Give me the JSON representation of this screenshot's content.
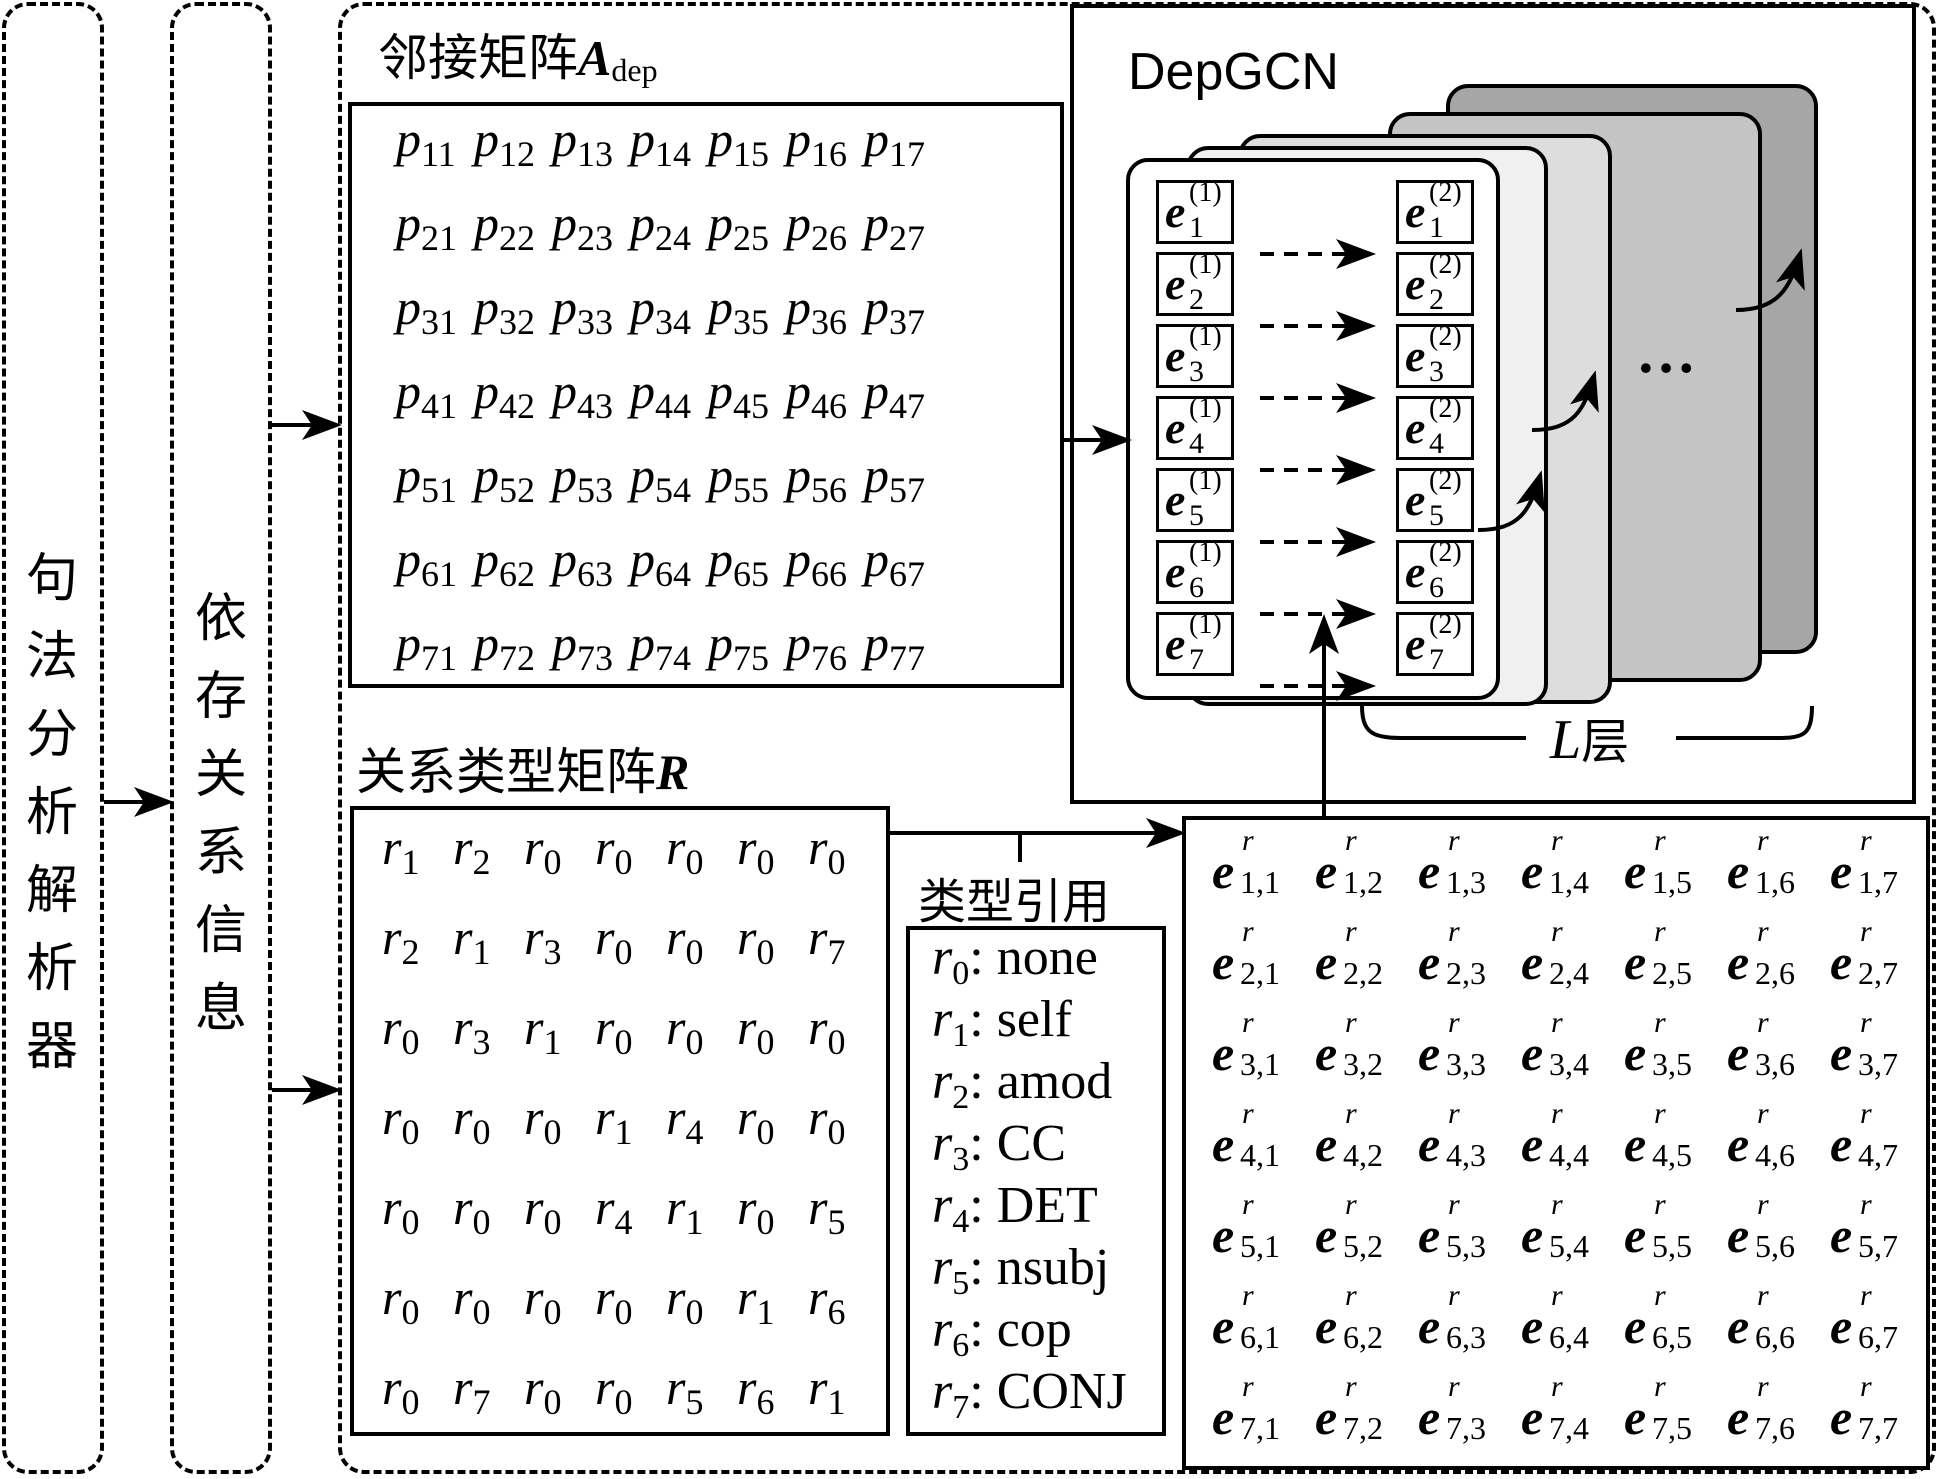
{
  "labels": {
    "parser": [
      "句",
      "法",
      "分",
      "析",
      "解",
      "析",
      "器"
    ],
    "dependency_info": [
      "依",
      "存",
      "关",
      "系",
      "信",
      "息"
    ]
  },
  "adjacency": {
    "title": "邻接矩阵",
    "symbol": "A",
    "symbol_sub": "dep",
    "rows": [
      [
        "11",
        "12",
        "13",
        "14",
        "15",
        "16",
        "17"
      ],
      [
        "21",
        "22",
        "23",
        "24",
        "25",
        "26",
        "27"
      ],
      [
        "31",
        "32",
        "33",
        "34",
        "35",
        "36",
        "37"
      ],
      [
        "41",
        "42",
        "43",
        "44",
        "45",
        "46",
        "47"
      ],
      [
        "51",
        "52",
        "53",
        "54",
        "55",
        "56",
        "57"
      ],
      [
        "61",
        "62",
        "63",
        "64",
        "65",
        "66",
        "67"
      ],
      [
        "71",
        "72",
        "73",
        "74",
        "75",
        "76",
        "77"
      ]
    ],
    "cell_letter": "p"
  },
  "relation": {
    "title": "关系类型矩阵",
    "symbol": "R",
    "cell_letter": "r",
    "rows": [
      [
        "1",
        "2",
        "0",
        "0",
        "0",
        "0",
        "0"
      ],
      [
        "2",
        "1",
        "3",
        "0",
        "0",
        "0",
        "7"
      ],
      [
        "0",
        "3",
        "1",
        "0",
        "0",
        "0",
        "0"
      ],
      [
        "0",
        "0",
        "0",
        "1",
        "4",
        "0",
        "0"
      ],
      [
        "0",
        "0",
        "0",
        "4",
        "1",
        "0",
        "5"
      ],
      [
        "0",
        "0",
        "0",
        "0",
        "0",
        "1",
        "6"
      ],
      [
        "0",
        "7",
        "0",
        "0",
        "5",
        "6",
        "1"
      ]
    ]
  },
  "type_ref": {
    "title": "类型引用",
    "items": [
      {
        "sub": "0",
        "name": ": none"
      },
      {
        "sub": "1",
        "name": ": self"
      },
      {
        "sub": "2",
        "name": ": amod"
      },
      {
        "sub": "3",
        "name": ": CC"
      },
      {
        "sub": "4",
        "name": ": DET"
      },
      {
        "sub": "5",
        "name": ": nsubj"
      },
      {
        "sub": "6",
        "name": ": cop"
      },
      {
        "sub": "7",
        "name": ": CONJ"
      }
    ]
  },
  "embedding": {
    "cell_letter": "e",
    "sup": "r",
    "rows": [
      [
        "1,1",
        "1,2",
        "1,3",
        "1,4",
        "1,5",
        "1,6",
        "1,7"
      ],
      [
        "2,1",
        "2,2",
        "2,3",
        "2,4",
        "2,5",
        "2,6",
        "2,7"
      ],
      [
        "3,1",
        "3,2",
        "3,3",
        "3,4",
        "3,5",
        "3,6",
        "3,7"
      ],
      [
        "4,1",
        "4,2",
        "4,3",
        "4,4",
        "4,5",
        "4,6",
        "4,7"
      ],
      [
        "5,1",
        "5,2",
        "5,3",
        "5,4",
        "5,5",
        "5,6",
        "5,7"
      ],
      [
        "6,1",
        "6,2",
        "6,3",
        "6,4",
        "6,5",
        "6,6",
        "6,7"
      ],
      [
        "7,1",
        "7,2",
        "7,3",
        "7,4",
        "7,5",
        "7,6",
        "7,7"
      ]
    ]
  },
  "depgcn": {
    "title": "DepGCN",
    "layer1_sup": "(1)",
    "layer2_sup": "(2)",
    "nodes": [
      "1",
      "2",
      "3",
      "4",
      "5",
      "6",
      "7"
    ],
    "node_letter": "e",
    "ellipsis": "…",
    "layers_label_italic": "L",
    "layers_label": "层"
  },
  "colors": {
    "layer_gray_1": "#a6a6a6",
    "layer_gray_2": "#c4c4c4",
    "layer_gray_3": "#dddddd",
    "layer_gray_4": "#f0f0f0"
  }
}
